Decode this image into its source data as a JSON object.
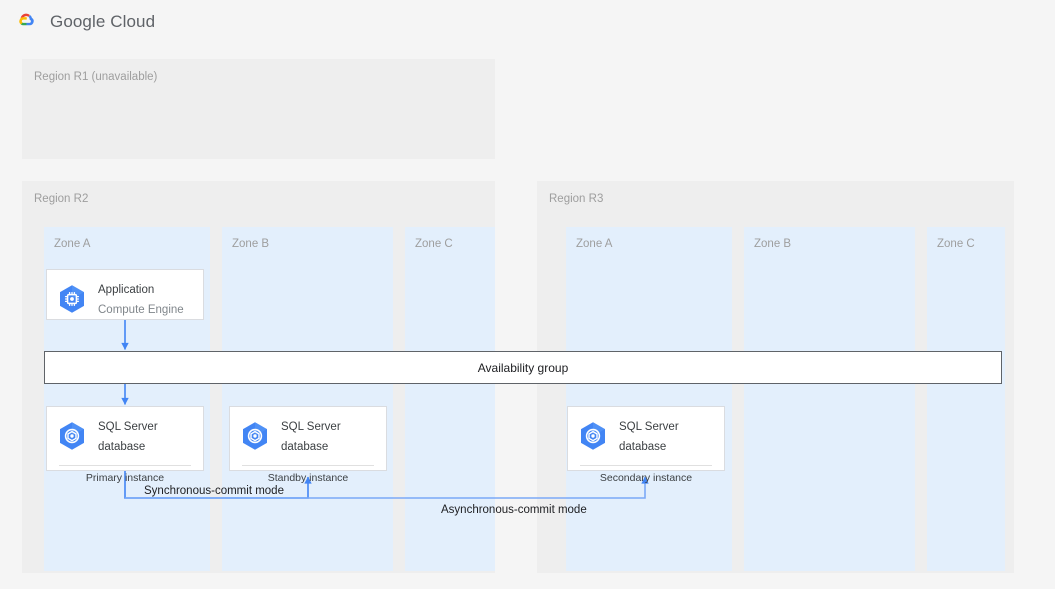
{
  "header": {
    "logo_icon": "google-cloud-logo-icon",
    "title": "Google Cloud",
    "logo_colors": {
      "red": "#ea4335",
      "yellow": "#fbbc04",
      "green": "#34a853",
      "blue": "#4285f4"
    }
  },
  "colors": {
    "page_background": "#f5f5f5",
    "region_background": "#eeeeee",
    "zone_background": "#e3effc",
    "card_background": "#ffffff",
    "card_border": "#dadce0",
    "availability_group_border": "#5f6368",
    "connector_blue": "#4285f4",
    "icon_hex_blue": "#4285f4",
    "muted_text": "#9e9e9e"
  },
  "regions": [
    {
      "id": "r1",
      "label": "Region R1 (unavailable)",
      "zones": []
    },
    {
      "id": "r2",
      "label": "Region R2",
      "zones": [
        {
          "id": "r2-a",
          "label": "Zone A"
        },
        {
          "id": "r2-b",
          "label": "Zone B"
        },
        {
          "id": "r2-c",
          "label": "Zone C"
        }
      ]
    },
    {
      "id": "r3",
      "label": "Region R3",
      "zones": [
        {
          "id": "r3-a",
          "label": "Zone A"
        },
        {
          "id": "r3-b",
          "label": "Zone B"
        },
        {
          "id": "r3-c",
          "label": "Zone C"
        }
      ]
    }
  ],
  "nodes": {
    "application": {
      "icon": "compute-engine-icon",
      "title": "Application",
      "subtitle": "Compute Engine"
    },
    "primary": {
      "icon": "sql-server-database-icon",
      "title": "SQL Server",
      "subtitle": "database",
      "footer": "Primary instance"
    },
    "standby": {
      "icon": "sql-server-database-icon",
      "title": "SQL Server",
      "subtitle": "database",
      "footer": "Standby instance"
    },
    "secondary": {
      "icon": "sql-server-database-icon",
      "title": "SQL Server",
      "subtitle": "database",
      "footer": "Secondary instance"
    }
  },
  "availability_group": {
    "label": "Availability group"
  },
  "connectors": {
    "sync_label": "Synchronous-commit mode",
    "async_label": "Asynchronous-commit mode"
  }
}
